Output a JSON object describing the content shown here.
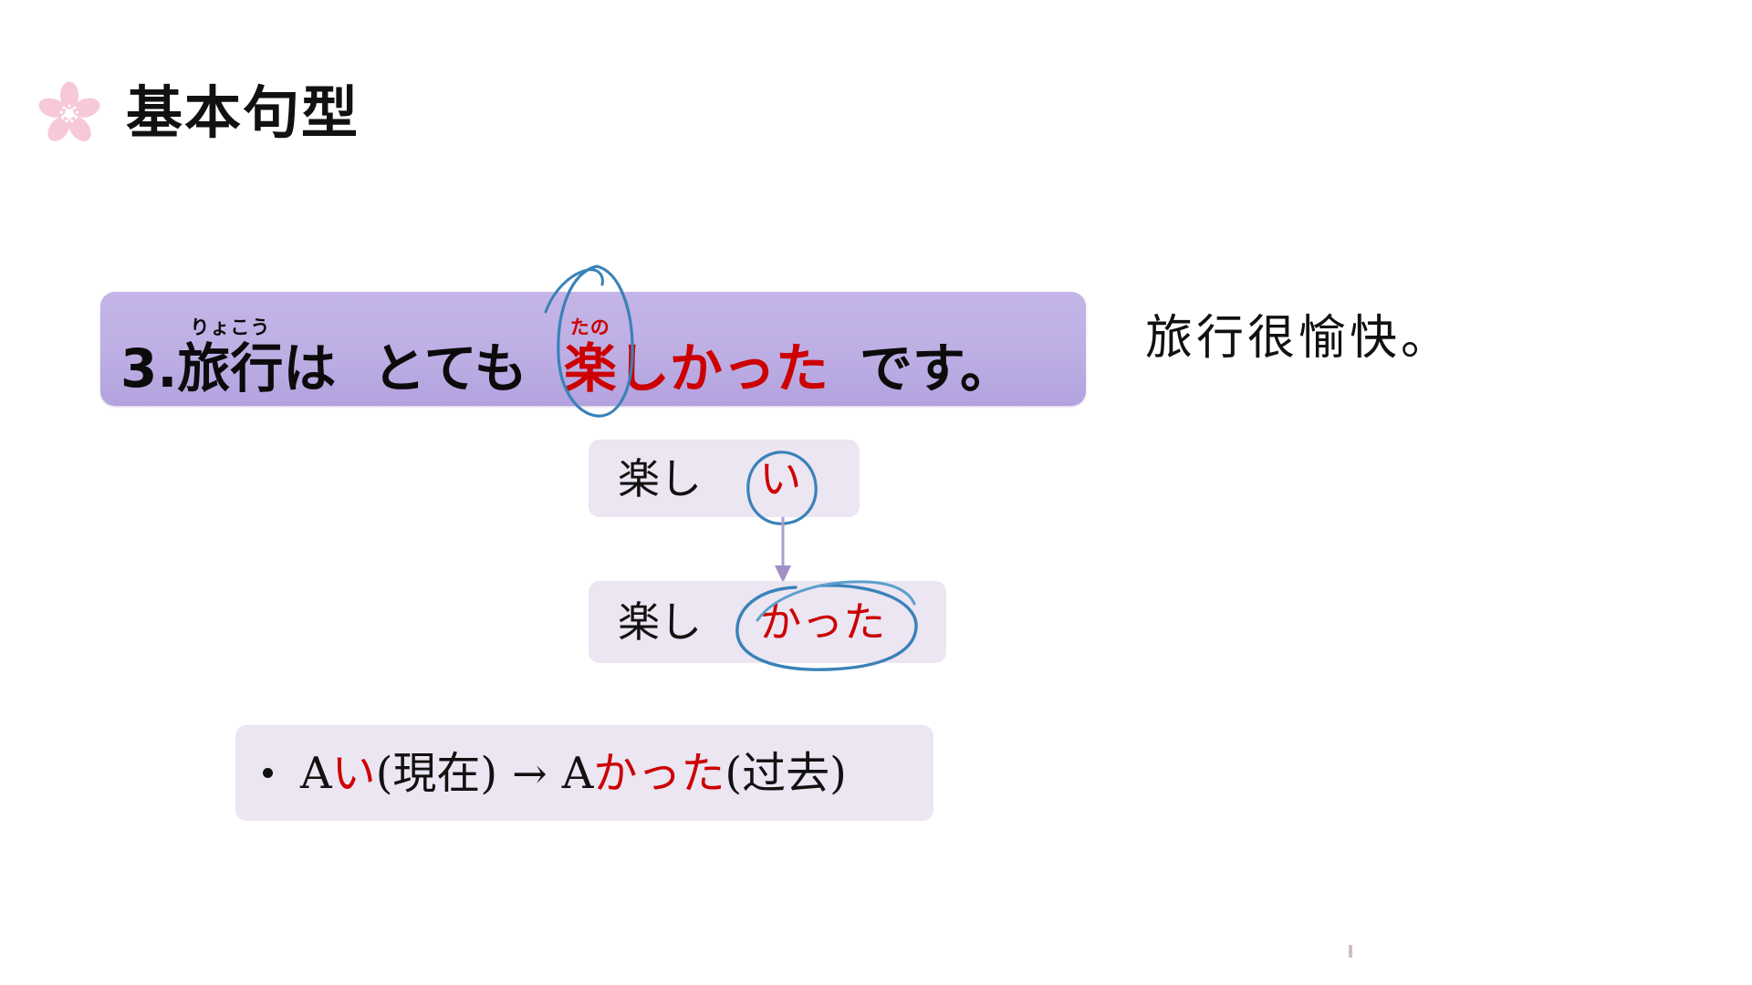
{
  "slide": {
    "background_color": "#ffffff",
    "title": "基本句型",
    "title_icon": "sakura-blossom-icon",
    "icon_color": "#f5c6d6"
  },
  "banner": {
    "background_color": "#bdaee4",
    "number": "3.",
    "word1_ruby": "りょこう",
    "word1": "旅行",
    "particle_wa": "は",
    "adverb": "とても",
    "adj_ruby": "たの",
    "adj_kanji": "楽",
    "adj_tail": "しかった",
    "copula": "です。",
    "red_color": "#cc0000",
    "full_text": "3.旅行は　とても　楽しかった　です。"
  },
  "translation": {
    "text": "旅行很愉快。"
  },
  "boxes": {
    "background_color": "#ece5f2",
    "present": {
      "stem": "楽し",
      "ending": "い",
      "full_text": "楽し い"
    },
    "past": {
      "stem": "楽し",
      "ending": "かった",
      "full_text": "楽し かった"
    },
    "rule": {
      "bullet": "•",
      "left_letter": "A",
      "left_ending": "い",
      "left_paren": "(現在)",
      "arrow": "→",
      "right_letter": "A",
      "right_ending": "かった",
      "right_paren": "(过去)",
      "full_text": "• Aい(現在) → Aかった(过去)"
    }
  },
  "annotations": {
    "ink_color": "#2e7ab5",
    "circle_tano": "blue-ellipse-around-tanoshi",
    "circle_i": "blue-ellipse-around-i",
    "circle_katta": "blue-ellipse-around-katta",
    "connector_arrow_color": "#9b8fc4"
  }
}
